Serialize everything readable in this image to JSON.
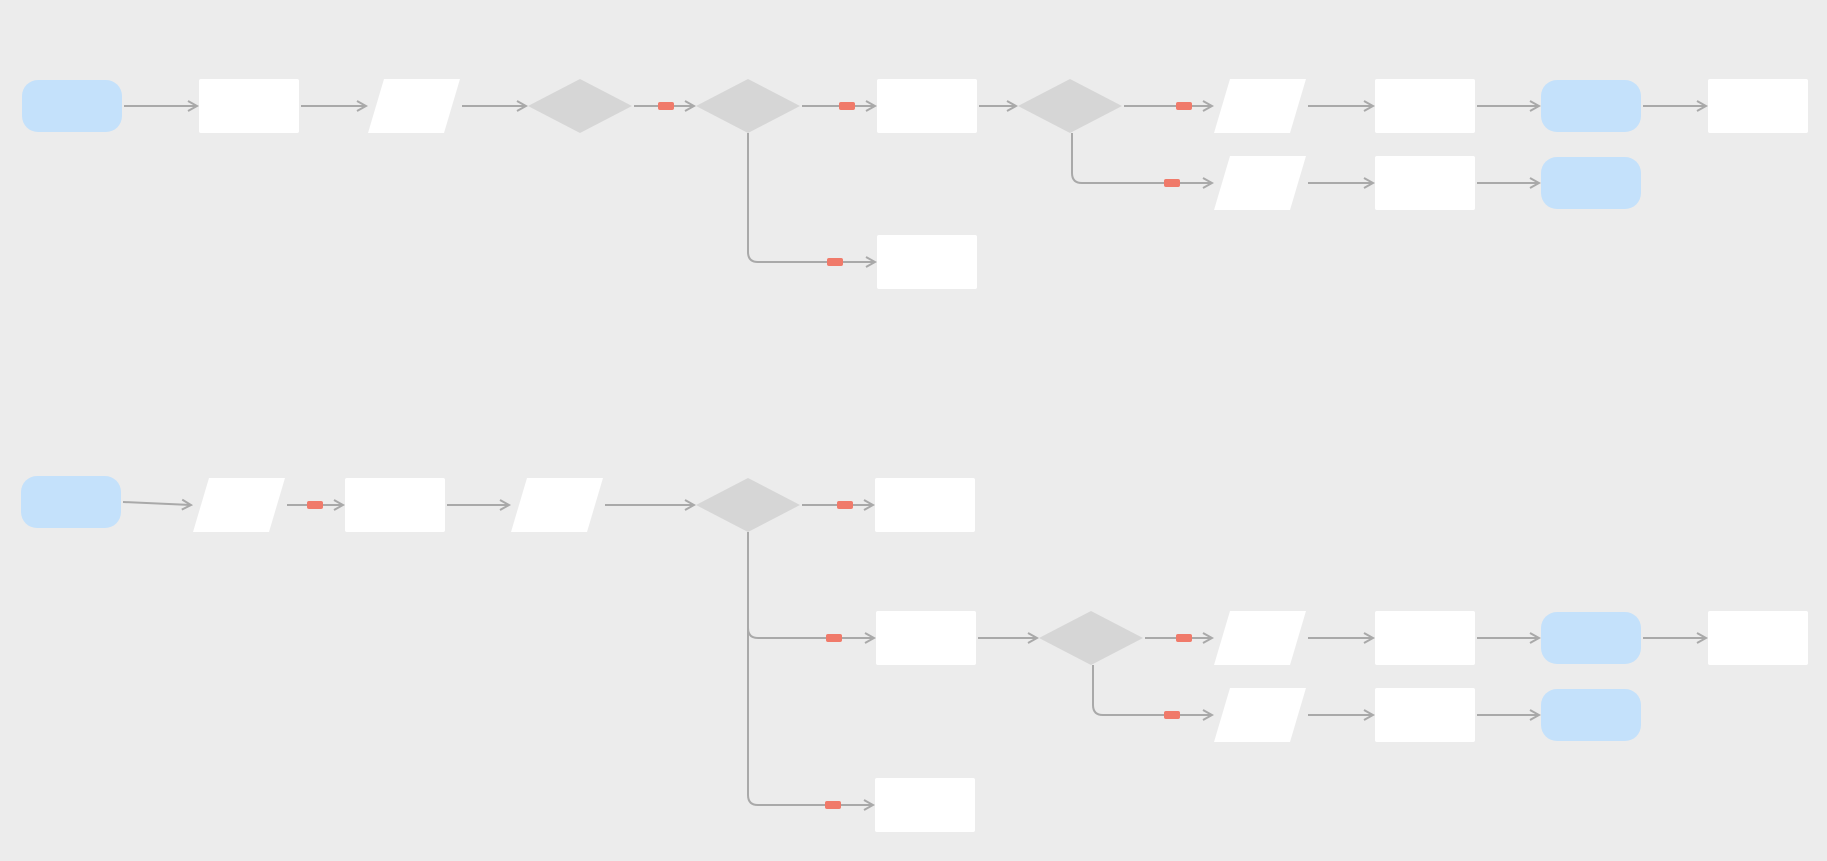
{
  "diagram": {
    "type": "flowchart",
    "background_color": "#ececec",
    "colors": {
      "terminal": "#c4e1fb",
      "process": "#ffffff",
      "io": "#ffffff",
      "decision": "#d6d6d6",
      "edge": "#a9a9a9",
      "edge_label": "#f07a6a"
    },
    "flows": [
      {
        "name": "upper-flow",
        "nodes": [
          {
            "id": "a1",
            "shape": "terminal",
            "text": ""
          },
          {
            "id": "a2",
            "shape": "process",
            "text": ""
          },
          {
            "id": "a3",
            "shape": "io",
            "text": ""
          },
          {
            "id": "a4",
            "shape": "decision",
            "text": ""
          },
          {
            "id": "a5",
            "shape": "decision",
            "text": ""
          },
          {
            "id": "a6",
            "shape": "process",
            "text": ""
          },
          {
            "id": "a7",
            "shape": "process",
            "text": ""
          },
          {
            "id": "a8",
            "shape": "decision",
            "text": ""
          },
          {
            "id": "a9",
            "shape": "io",
            "text": ""
          },
          {
            "id": "a10",
            "shape": "process",
            "text": ""
          },
          {
            "id": "a11",
            "shape": "terminal",
            "text": ""
          },
          {
            "id": "a12",
            "shape": "process",
            "text": ""
          },
          {
            "id": "a13",
            "shape": "io",
            "text": ""
          },
          {
            "id": "a14",
            "shape": "process",
            "text": ""
          },
          {
            "id": "a15",
            "shape": "terminal",
            "text": ""
          }
        ],
        "edges": [
          {
            "from": "a1",
            "to": "a2",
            "labeled": false
          },
          {
            "from": "a2",
            "to": "a3",
            "labeled": false
          },
          {
            "from": "a3",
            "to": "a4",
            "labeled": false
          },
          {
            "from": "a4",
            "to": "a5",
            "labeled": true
          },
          {
            "from": "a5",
            "to": "a6",
            "labeled": true
          },
          {
            "from": "a5",
            "to": "a7",
            "labeled": true
          },
          {
            "from": "a6",
            "to": "a8",
            "labeled": false
          },
          {
            "from": "a8",
            "to": "a9",
            "labeled": true
          },
          {
            "from": "a9",
            "to": "a10",
            "labeled": false
          },
          {
            "from": "a10",
            "to": "a11",
            "labeled": false
          },
          {
            "from": "a11",
            "to": "a12",
            "labeled": false
          },
          {
            "from": "a8",
            "to": "a13",
            "labeled": true
          },
          {
            "from": "a13",
            "to": "a14",
            "labeled": false
          },
          {
            "from": "a14",
            "to": "a15",
            "labeled": false
          }
        ]
      },
      {
        "name": "lower-flow",
        "nodes": [
          {
            "id": "b1",
            "shape": "terminal",
            "text": ""
          },
          {
            "id": "b2",
            "shape": "io",
            "text": ""
          },
          {
            "id": "b3",
            "shape": "process",
            "text": ""
          },
          {
            "id": "b4",
            "shape": "io",
            "text": ""
          },
          {
            "id": "b5",
            "shape": "decision",
            "text": ""
          },
          {
            "id": "b6",
            "shape": "process",
            "text": ""
          },
          {
            "id": "b7",
            "shape": "process",
            "text": ""
          },
          {
            "id": "b8",
            "shape": "process",
            "text": ""
          },
          {
            "id": "b9",
            "shape": "decision",
            "text": ""
          },
          {
            "id": "b10",
            "shape": "io",
            "text": ""
          },
          {
            "id": "b11",
            "shape": "process",
            "text": ""
          },
          {
            "id": "b12",
            "shape": "terminal",
            "text": ""
          },
          {
            "id": "b13",
            "shape": "process",
            "text": ""
          },
          {
            "id": "b14",
            "shape": "io",
            "text": ""
          },
          {
            "id": "b15",
            "shape": "process",
            "text": ""
          },
          {
            "id": "b16",
            "shape": "terminal",
            "text": ""
          }
        ],
        "edges": [
          {
            "from": "b1",
            "to": "b2",
            "labeled": false
          },
          {
            "from": "b2",
            "to": "b3",
            "labeled": true
          },
          {
            "from": "b3",
            "to": "b4",
            "labeled": false
          },
          {
            "from": "b4",
            "to": "b5",
            "labeled": false
          },
          {
            "from": "b5",
            "to": "b6",
            "labeled": true
          },
          {
            "from": "b5",
            "to": "b7",
            "labeled": true
          },
          {
            "from": "b5",
            "to": "b8",
            "labeled": true
          },
          {
            "from": "b7",
            "to": "b9",
            "labeled": false
          },
          {
            "from": "b9",
            "to": "b10",
            "labeled": true
          },
          {
            "from": "b10",
            "to": "b11",
            "labeled": false
          },
          {
            "from": "b11",
            "to": "b12",
            "labeled": false
          },
          {
            "from": "b12",
            "to": "b13",
            "labeled": false
          },
          {
            "from": "b9",
            "to": "b14",
            "labeled": true
          },
          {
            "from": "b14",
            "to": "b15",
            "labeled": false
          },
          {
            "from": "b15",
            "to": "b16",
            "labeled": false
          }
        ]
      }
    ]
  }
}
